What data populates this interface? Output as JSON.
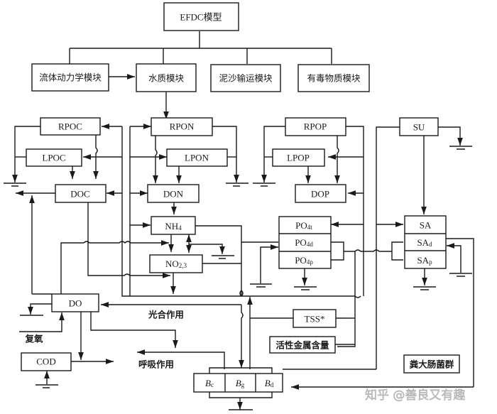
{
  "title": "EFDC模型",
  "modules": {
    "hydro": "流体动力学模块",
    "water_quality": "水质模块",
    "sediment": "泥沙输运模块",
    "toxic": "有毒物质模块"
  },
  "carbon": {
    "rpoc": "RPOC",
    "lpoc": "LPOC",
    "doc": "DOC"
  },
  "nitrogen": {
    "rpon": "RPON",
    "lpon": "LPON",
    "don": "DON",
    "nh4": "NH",
    "nh4_sub": "4",
    "no23": "NO",
    "no23_sub": "2,3"
  },
  "phosphorus": {
    "rpop": "RPOP",
    "lpop": "LPOP",
    "dop": "DOP",
    "po4t": "PO",
    "po4t_sub": "4t",
    "po4d": "PO",
    "po4d_sub": "4d",
    "po4p": "PO",
    "po4p_sub": "4p"
  },
  "silica": {
    "su": "SU",
    "sa": "SA",
    "sad": "SA",
    "sad_sub": "d",
    "sap": "SA",
    "sap_sub": "p"
  },
  "oxygen": {
    "do": "DO",
    "cod": "COD",
    "reaeration": "复氧"
  },
  "processes": {
    "photosynthesis": "光合作用",
    "respiration": "呼吸作用"
  },
  "tss": "TSS*",
  "active_metal": "活性金属含量",
  "fecal_coliform": "粪大肠菌群",
  "algae": {
    "bc": "B",
    "bc_sub": "c",
    "bg": "B",
    "bg_sub": "g",
    "bd": "B",
    "bd_sub": "d"
  },
  "watermark": "知乎 @善良又有趣"
}
